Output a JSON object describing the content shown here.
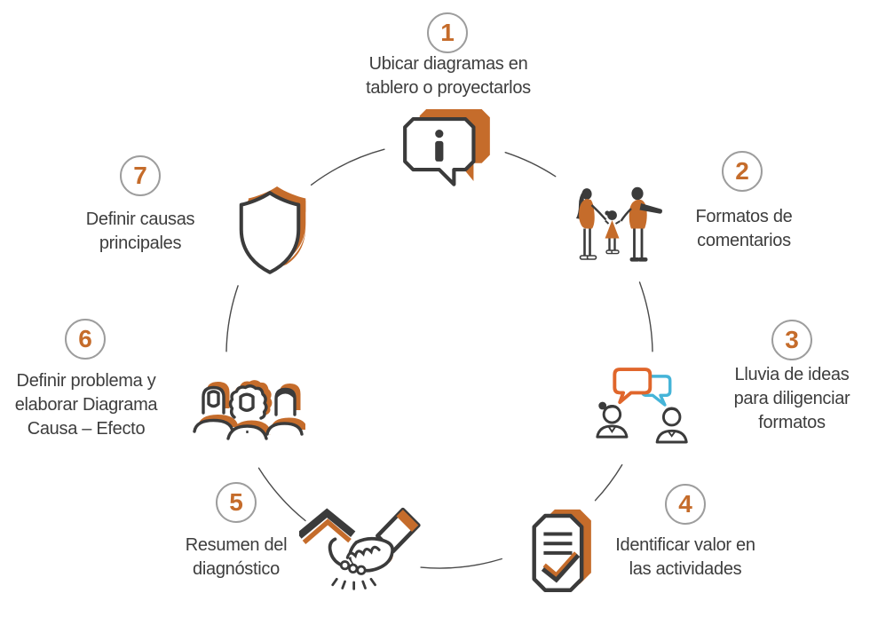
{
  "diagram": {
    "type": "circular-process",
    "language": "es",
    "steps": [
      {
        "number": "1",
        "icon": "info-speech-bubbles-icon",
        "lines": [
          "Ubicar diagramas en",
          "tablero o proyectarlos"
        ]
      },
      {
        "number": "2",
        "icon": "family-figures-icon",
        "lines": [
          "Formatos de",
          "comentarios"
        ]
      },
      {
        "number": "3",
        "icon": "conversation-icon",
        "lines": [
          "Lluvia de ideas",
          "para diligenciar",
          "formatos"
        ]
      },
      {
        "number": "4",
        "icon": "checklist-document-icon",
        "lines": [
          "Identificar valor en",
          "las actividades"
        ]
      },
      {
        "number": "5",
        "icon": "handshake-icon",
        "lines": [
          "Resumen del",
          "diagnóstico"
        ]
      },
      {
        "number": "6",
        "icon": "people-group-icon",
        "lines": [
          "Definir problema y",
          "elaborar Diagrama",
          "Causa – Efecto"
        ]
      },
      {
        "number": "7",
        "icon": "shield-icon",
        "lines": [
          "Definir causas",
          "principales"
        ]
      }
    ],
    "colors": {
      "accent_orange": "#c56c2b",
      "bright_orange": "#e0662b",
      "bubble_blue": "#45b4d8",
      "icon_dark": "#3b3b3b",
      "text": "#3d3d3d",
      "number_circle_border": "#9d9d9d",
      "arc_line": "#4a4a4a",
      "background": "#ffffff"
    }
  }
}
